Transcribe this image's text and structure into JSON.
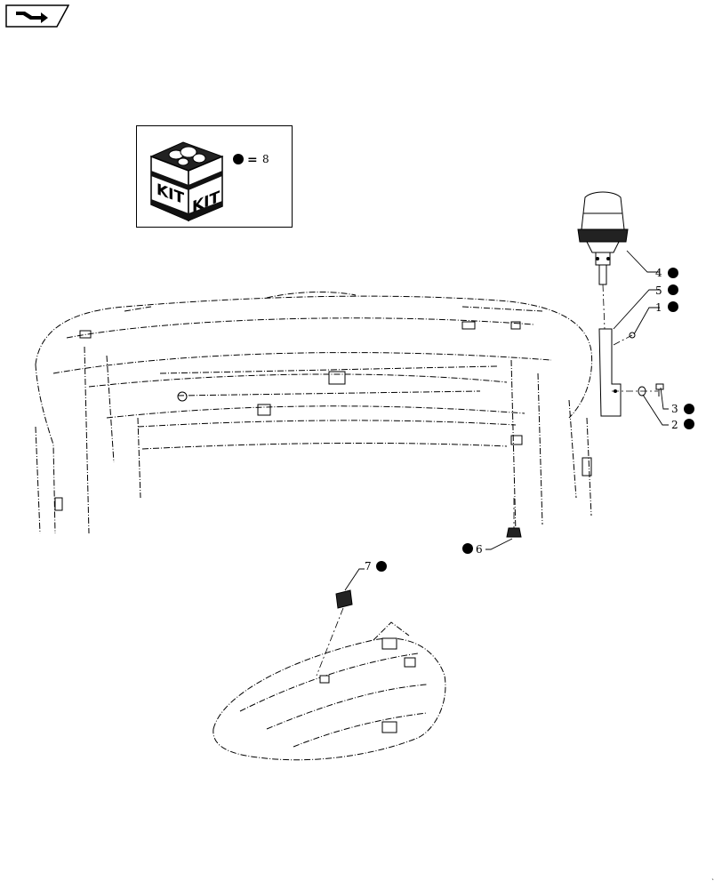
{
  "nav": {
    "icon": "arrow-back-icon"
  },
  "kit": {
    "left_label": "KIT",
    "right_label": "KIT",
    "equals": "=",
    "ref": "8"
  },
  "callouts": [
    {
      "id": "4",
      "label": "4"
    },
    {
      "id": "5",
      "label": "5"
    },
    {
      "id": "1",
      "label": "1"
    },
    {
      "id": "3",
      "label": "3"
    },
    {
      "id": "2",
      "label": "2"
    },
    {
      "id": "6",
      "label": "6"
    },
    {
      "id": "7",
      "label": "7"
    }
  ],
  "colors": {
    "ink": "#000000",
    "background": "#ffffff",
    "kit_box_dark": "#1a1a1a"
  }
}
